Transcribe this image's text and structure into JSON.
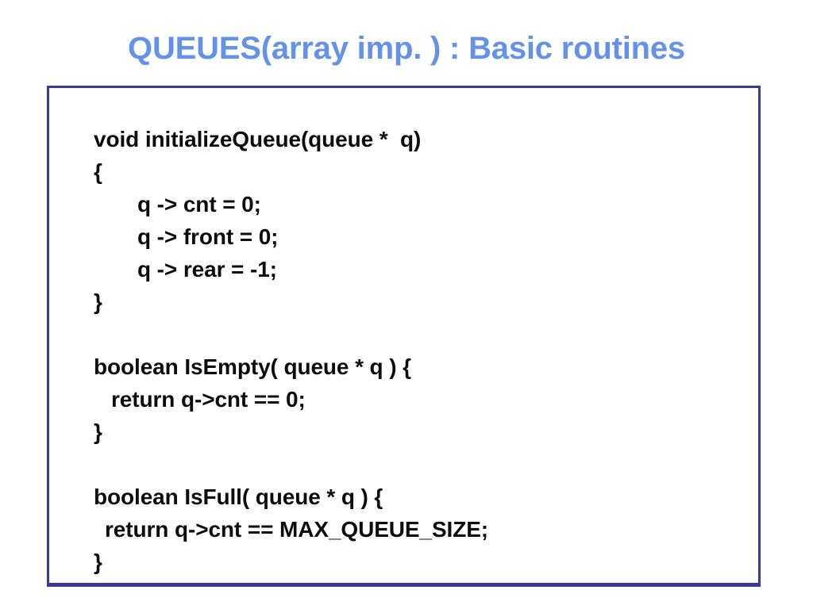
{
  "slide": {
    "title": "QUEUES(array imp. ) : Basic routines",
    "title_color": "#6392e8",
    "frame_border_color": "#3a3a9c",
    "background_color": "#ffffff",
    "code_color": "#0d0d0d"
  },
  "code": {
    "lines": [
      {
        "text": "void initializeQueue(queue *  q)",
        "indent": "ind-0"
      },
      {
        "text": "{",
        "indent": "ind-0"
      },
      {
        "text": "q -> cnt = 0;",
        "indent": "ind-lg"
      },
      {
        "text": "q -> front = 0;",
        "indent": "ind-lg"
      },
      {
        "text": "q -> rear = -1;",
        "indent": "ind-lg"
      },
      {
        "text": "}",
        "indent": "ind-0"
      },
      {
        "text": "",
        "indent": "ind-0"
      },
      {
        "text": "boolean IsEmpty( queue * q ) {",
        "indent": "ind-0"
      },
      {
        "text": "return q->cnt == 0;",
        "indent": "ind-sm"
      },
      {
        "text": "}",
        "indent": "ind-0"
      },
      {
        "text": "",
        "indent": "ind-0"
      },
      {
        "text": "boolean IsFull( queue * q ) {",
        "indent": "ind-0"
      },
      {
        "text": "return q->cnt == MAX_QUEUE_SIZE;",
        "indent": "ind-xs"
      },
      {
        "text": "}",
        "indent": "ind-0"
      }
    ]
  }
}
